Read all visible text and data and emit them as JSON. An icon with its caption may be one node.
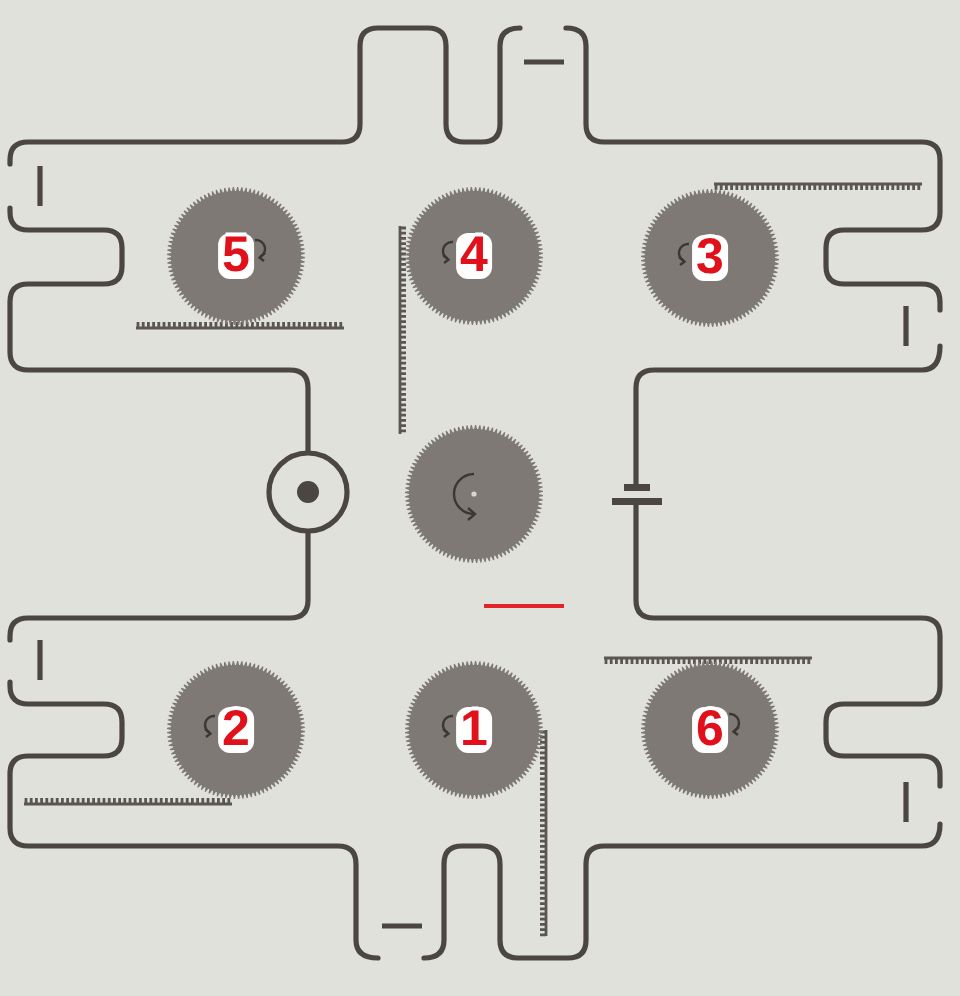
{
  "diagram": {
    "nodes": [
      {
        "text": [
          "5"
        ]
      },
      {
        "text": [
          "4"
        ]
      },
      {
        "text": [
          "3"
        ]
      },
      {
        "text": [],
        "shape": "gear"
      },
      {
        "text": [
          "2"
        ]
      },
      {
        "text": [
          "1"
        ]
      },
      {
        "text": [
          "6"
        ]
      }
    ]
  }
}
